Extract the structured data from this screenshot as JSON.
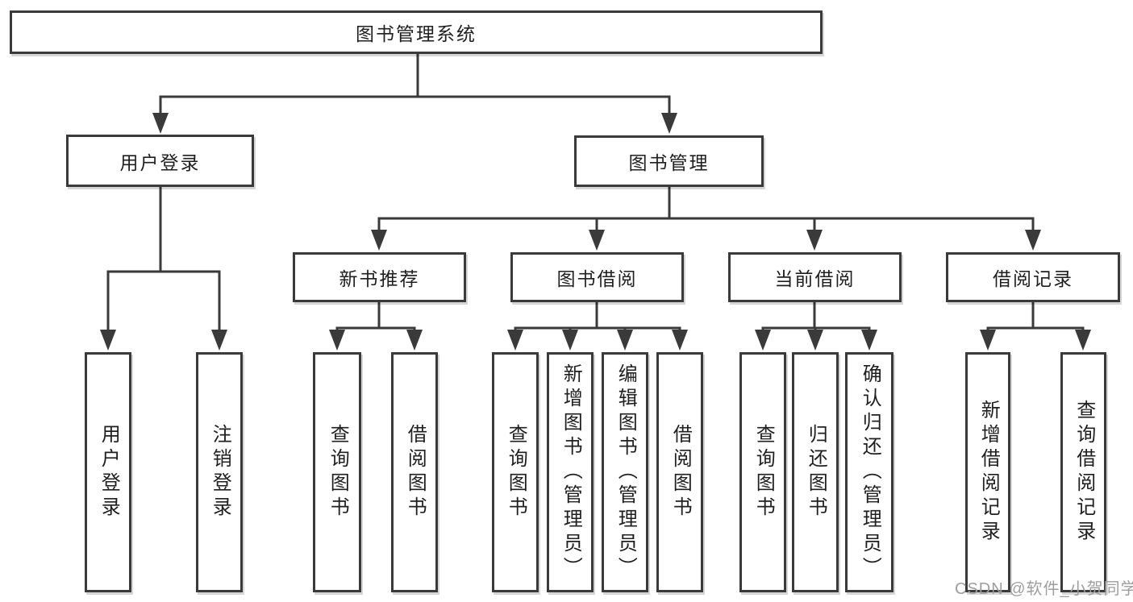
{
  "colors": {
    "line": "#3a3a3a",
    "text": "#1f1f1f",
    "background": "#ffffff",
    "watermark": "#9e9e9e"
  },
  "nodes": {
    "root": {
      "label": "图书管理系统"
    },
    "level2": [
      {
        "label": "用户登录"
      },
      {
        "label": "图书管理"
      }
    ],
    "level3": [
      {
        "label": "新书推荐"
      },
      {
        "label": "图书借阅"
      },
      {
        "label": "当前借阅"
      },
      {
        "label": "借阅记录"
      }
    ],
    "leaves": {
      "user_login": [
        {
          "label": "用户登录"
        },
        {
          "label": "注销登录"
        }
      ],
      "new_book": [
        {
          "label": "查询图书"
        },
        {
          "label": "借阅图书"
        }
      ],
      "book_borrow": [
        {
          "label": "查询图书"
        },
        {
          "label": "新增图书（管理员）"
        },
        {
          "label": "编辑图书（管理员）"
        },
        {
          "label": "借阅图书"
        }
      ],
      "current_borrow": [
        {
          "label": "查询图书"
        },
        {
          "label": "归还图书"
        },
        {
          "label": "确认归还（管理员）"
        }
      ],
      "borrow_records": [
        {
          "label": "新增借阅记录"
        },
        {
          "label": "查询借阅记录"
        }
      ]
    }
  },
  "watermark": {
    "text": "CSDN @软件_小贺同学"
  }
}
